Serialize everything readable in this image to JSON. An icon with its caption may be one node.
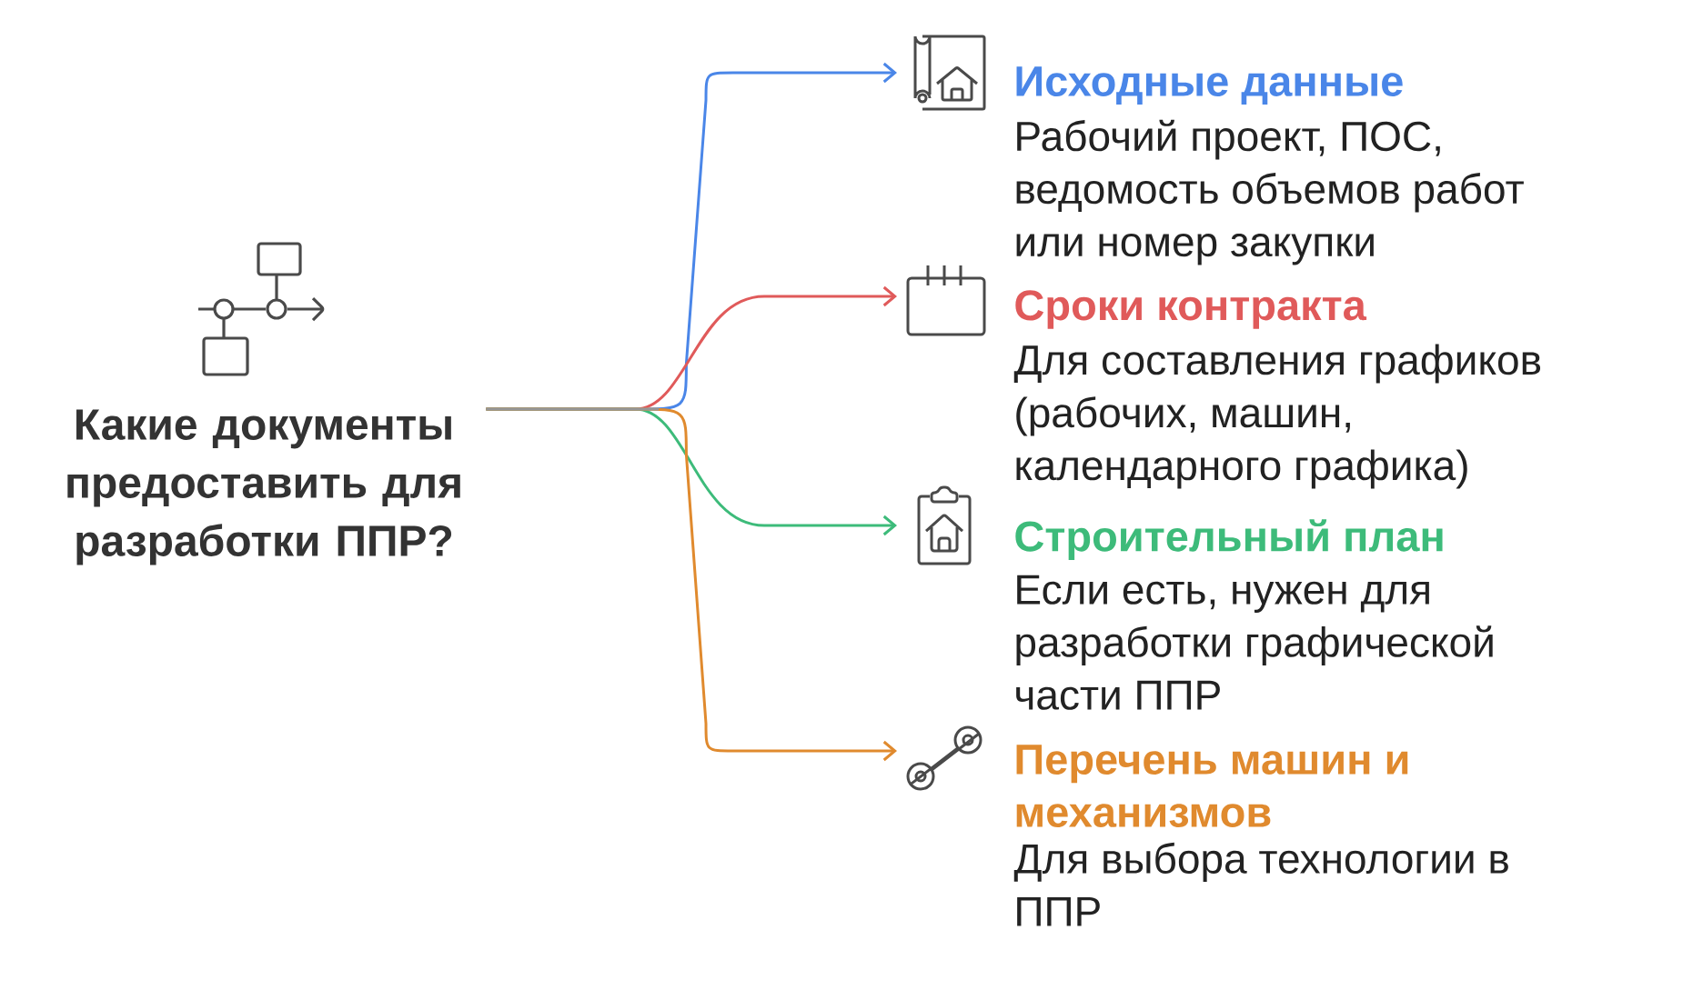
{
  "diagram": {
    "nodes": [
      {
        "text": [
          "Какие документы предоставить для разработки ППР?"
        ]
      },
      {
        "text": [
          "Исходные данные",
          "Рабочий проект, ПОС, ведомость объемов работ или номер закупки"
        ]
      },
      {
        "text": [
          "Сроки контракта",
          "Для составления графиков (рабочих, машин, календарного графика)"
        ]
      },
      {
        "text": [
          "Строительный план",
          "Если есть, нужен для разработки графической части ППР"
        ]
      },
      {
        "text": [
          "Перечень машин и механизмов",
          "Для выбора технологии в ППР"
        ]
      }
    ],
    "edges": [
      {
        "from": 0,
        "to": 1,
        "arrow": "to",
        "color": "#4a86e8"
      },
      {
        "from": 0,
        "to": 2,
        "arrow": "to",
        "color": "#e05a5a"
      },
      {
        "from": 0,
        "to": 3,
        "arrow": "to",
        "color": "#3dbb7a"
      },
      {
        "from": 0,
        "to": 4,
        "arrow": "to",
        "color": "#e08a2e"
      }
    ]
  }
}
